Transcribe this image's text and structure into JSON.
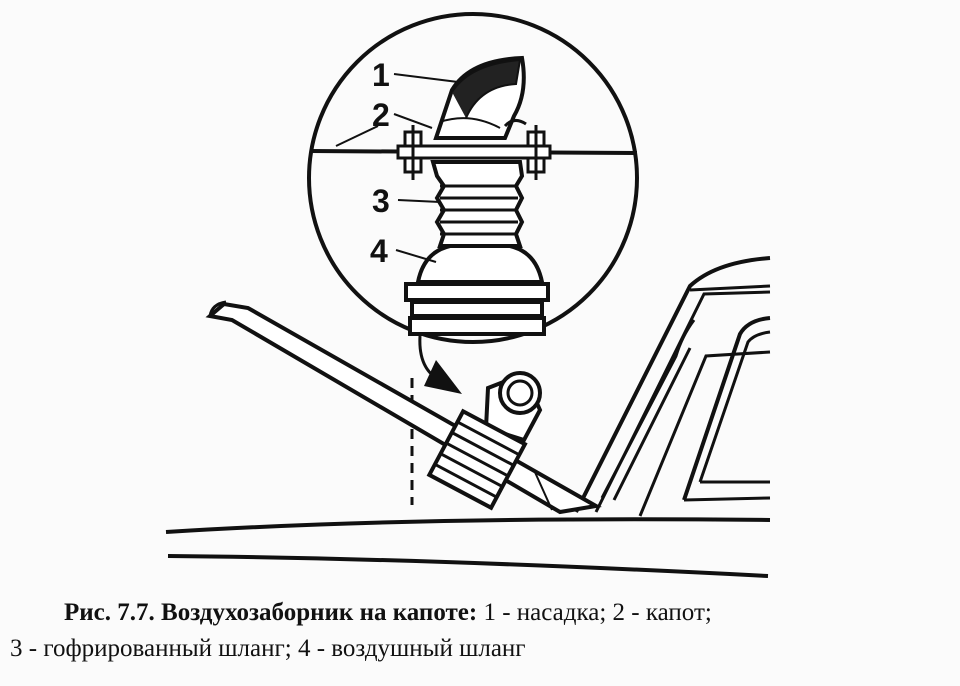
{
  "figure": {
    "callouts": {
      "c1": "1",
      "c2": "2",
      "c3": "3",
      "c4": "4"
    },
    "caption": {
      "title": "Рис. 7.7. Воздухозаборник на капоте:",
      "line1_rest": " 1 - насадка; 2 - капот;",
      "line2": "3 - гофрированный шланг; 4 - воздушный шланг"
    }
  }
}
